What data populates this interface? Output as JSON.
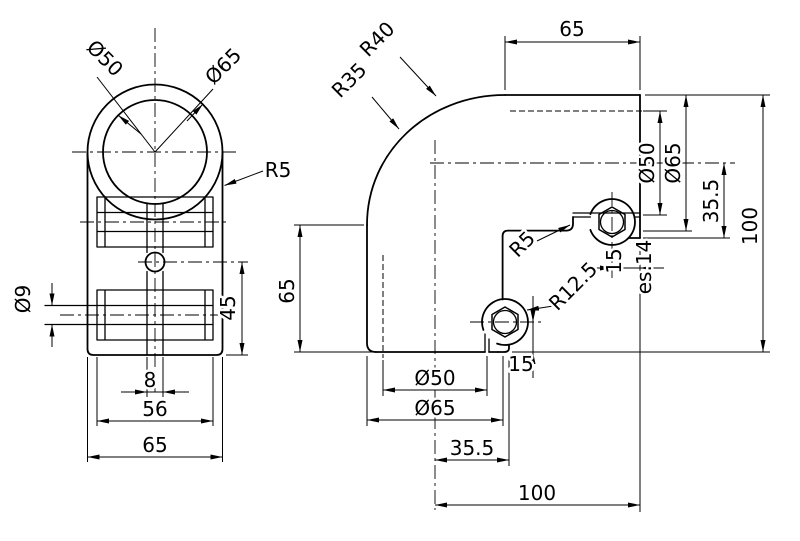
{
  "meta": {
    "background": "#ffffff",
    "line_color": "#000000",
    "drawing_type": "technical drawing, two views of a pipe clamp elbow"
  },
  "front_view": {
    "labels": {
      "dia50": "Ø50",
      "dia65": "Ø65",
      "fillet": "R5",
      "hole": "Ø9",
      "height45": "45",
      "slit8": "8",
      "width56": "56",
      "width65": "65"
    }
  },
  "side_view": {
    "labels": {
      "r40": "R40",
      "r35": "R35",
      "top65": "65",
      "dia50": "Ø50",
      "dia65": "Ø65",
      "offset35_5": "35.5",
      "height100": "100",
      "left65": "65",
      "fillet5": "R5",
      "boss12_5": "R12.5",
      "end15": "15",
      "hex14": "es.14",
      "bottom15": "15",
      "bot_dia50": "Ø50",
      "bot_dia65": "Ø65",
      "bot35_5": "35.5",
      "bot100": "100"
    }
  }
}
